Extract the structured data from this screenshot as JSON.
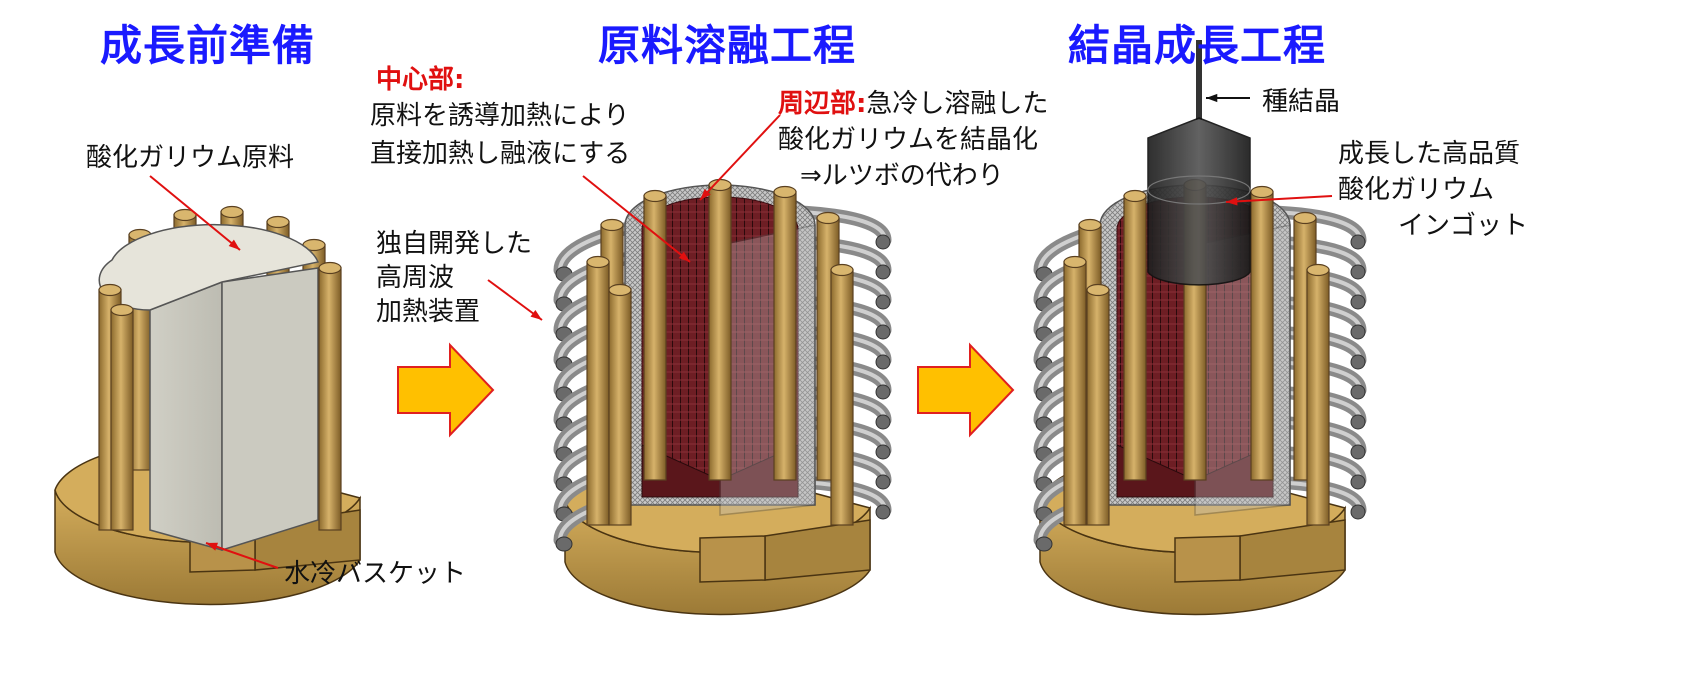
{
  "titles": {
    "stage1": "成長前準備",
    "stage2": "原料溶融工程",
    "stage3": "結晶成長工程"
  },
  "labels": {
    "raw_material": "酸化ガリウム原料",
    "water_basket": "水冷バスケット",
    "center_head": "中心部",
    "center_colon": ":",
    "center_line1": "原料を誘導加熱により",
    "center_line2": "直接加熱し融液にする",
    "heater_line1": "独自開発した",
    "heater_line2": "高周波",
    "heater_line3": "加熱装置",
    "periphery_head": "周辺部",
    "periphery_colon": ":",
    "periphery_line1": "急冷し溶融した",
    "periphery_line2": "酸化ガリウムを結晶化",
    "periphery_line3": "⇒ルツボの代わり",
    "seed": "種結晶",
    "ingot_line1": "成長した高品質",
    "ingot_line2": "酸化ガリウム",
    "ingot_line3": "インゴット"
  },
  "colors": {
    "title": "#1a1aff",
    "highlight": "#e01010",
    "arrow_fill": "#ffc000",
    "arrow_stroke": "#e02020",
    "base": "#c8a050",
    "rod": "#b8914a",
    "coil": "#8a8a8a",
    "melt": "#6e1e24",
    "raw": "#e6e4da",
    "ingot": "#303030"
  },
  "icons": [
    "process-arrow-icon",
    "process-arrow-icon"
  ]
}
